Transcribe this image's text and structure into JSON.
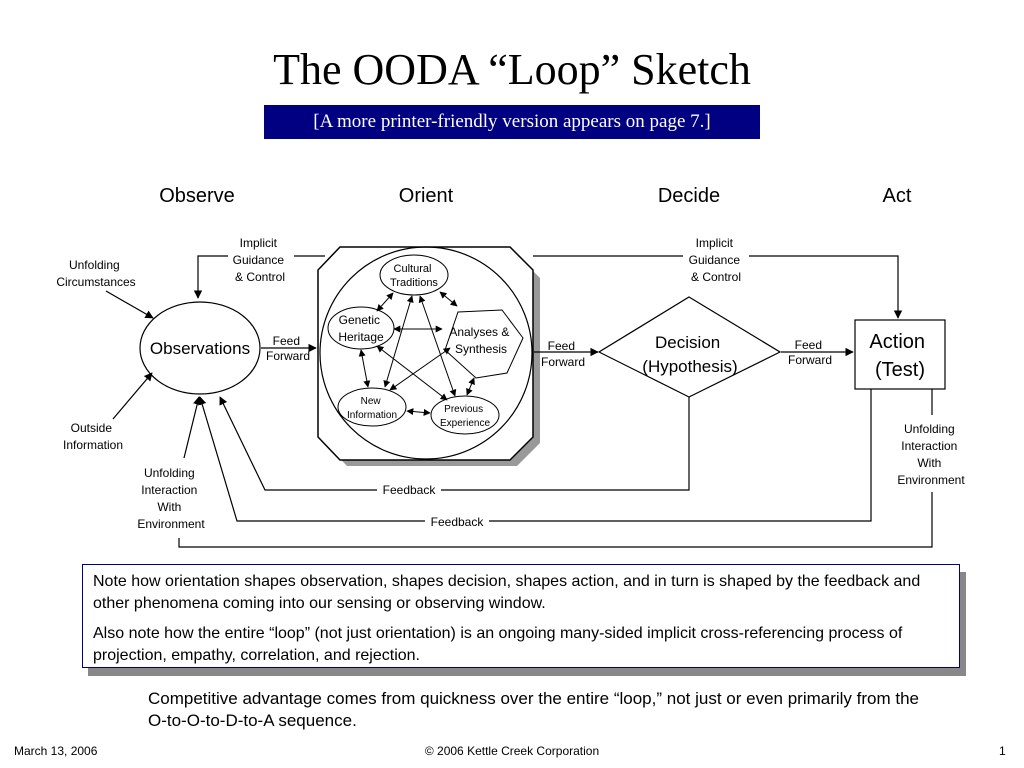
{
  "title": "The OODA “Loop” Sketch",
  "banner": "[A more printer-friendly version appears on page 7.]",
  "phases": {
    "observe": "Observe",
    "orient": "Orient",
    "decide": "Decide",
    "act": "Act"
  },
  "labels": {
    "unfolding_circumstances": [
      "Unfolding",
      "Circumstances"
    ],
    "outside_information": [
      "Outside",
      "Information"
    ],
    "unfolding_interaction_left": [
      "Unfolding",
      "Interaction",
      "With",
      "Environment"
    ],
    "unfolding_interaction_right": [
      "Unfolding",
      "Interaction",
      "With",
      "Environment"
    ],
    "implicit_left": [
      "Implicit",
      "Guidance",
      "& Control"
    ],
    "implicit_right": [
      "Implicit",
      "Guidance",
      "& Control"
    ],
    "observations": "Observations",
    "feed_forward_1": [
      "Feed",
      "Forward"
    ],
    "feed_forward_2": [
      "Feed",
      "Forward"
    ],
    "feed_forward_3": [
      "Feed",
      "Forward"
    ],
    "cultural": [
      "Cultural",
      "Traditions"
    ],
    "genetic": [
      "Genetic",
      "Heritage"
    ],
    "analyses": [
      "Analyses &",
      "Synthesis"
    ],
    "new_info": [
      "New",
      "Information"
    ],
    "previous": [
      "Previous",
      "Experience"
    ],
    "decision": [
      "Decision",
      "(Hypothesis)"
    ],
    "action": [
      "Action",
      "(Test)"
    ],
    "feedback_1": "Feedback",
    "feedback_2": "Feedback"
  },
  "note": {
    "p1": "Note how orientation shapes observation, shapes decision, shapes action, and in turn is shaped by the feedback and other phenomena coming into our sensing or observing window.",
    "p2": "Also note how the entire “loop” (not just orientation) is an ongoing many-sided implicit cross-referencing process of projection, empathy, correlation, and rejection."
  },
  "advantage": "Competitive advantage comes from quickness over the entire “loop,” not just or even primarily from the O-to-O-to-D-to-A sequence.",
  "footer": {
    "date": "March 13, 2006",
    "copyright": "© 2006 Kettle Creek Corporation",
    "page": "1"
  }
}
